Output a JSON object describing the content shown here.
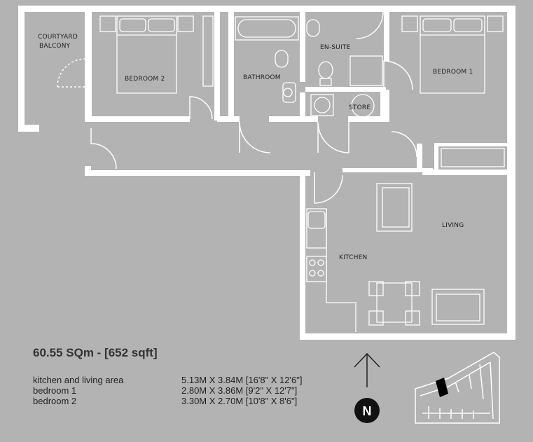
{
  "rooms": {
    "courtyard_balcony_line1": "COURTYARD",
    "courtyard_balcony_line2": "BALCONY",
    "bedroom2": "BEDROOM 2",
    "bathroom": "BATHROOM",
    "en_suite": "EN-SUITE",
    "store": "STORE",
    "bedroom1": "BEDROOM 1",
    "living": "LIVING",
    "kitchen": "KITCHEN"
  },
  "area": {
    "total": "60.55 SQm - [652 sqft]"
  },
  "dimensions": [
    {
      "room": "kitchen and living area",
      "size": "5.13M X 3.84M [16'8\" X 12'6\"]"
    },
    {
      "room": "bedroom 1",
      "size": "2.80M X 3.86M [9'2\" X 12'7\"]"
    },
    {
      "room": "bedroom 2",
      "size": "3.30M X 2.70M [10'8\" X 8'6\"]"
    }
  ],
  "compass": {
    "letter": "N"
  },
  "colors": {
    "background": "#b3b3b3",
    "wall": "#ffffff",
    "ink": "#222222",
    "highlight": "#000000"
  }
}
